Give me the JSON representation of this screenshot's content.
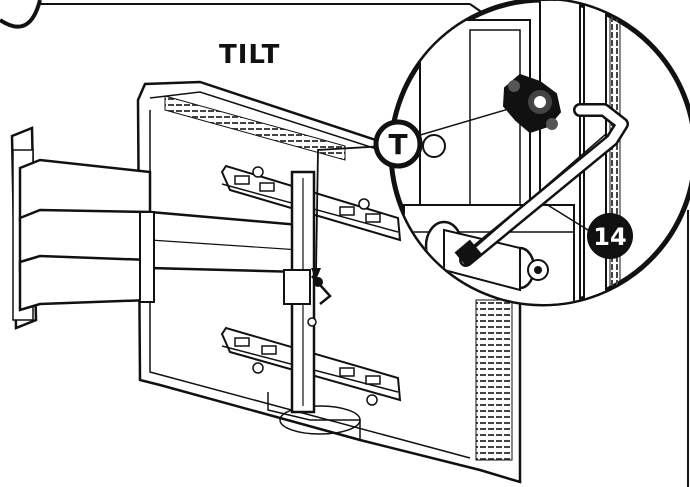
{
  "diagram": {
    "title": "TILT",
    "callout_tool_label": "T",
    "callout_part_label": "14"
  },
  "colors": {
    "line": "#111111",
    "hatch": "#555555",
    "fill_dark": "#111111",
    "fill_light": "#ffffff",
    "shade": "#d6d6d6"
  },
  "icons": [
    "hex-key-icon",
    "tilt-knob-icon",
    "tv-mount-arm-icon"
  ]
}
